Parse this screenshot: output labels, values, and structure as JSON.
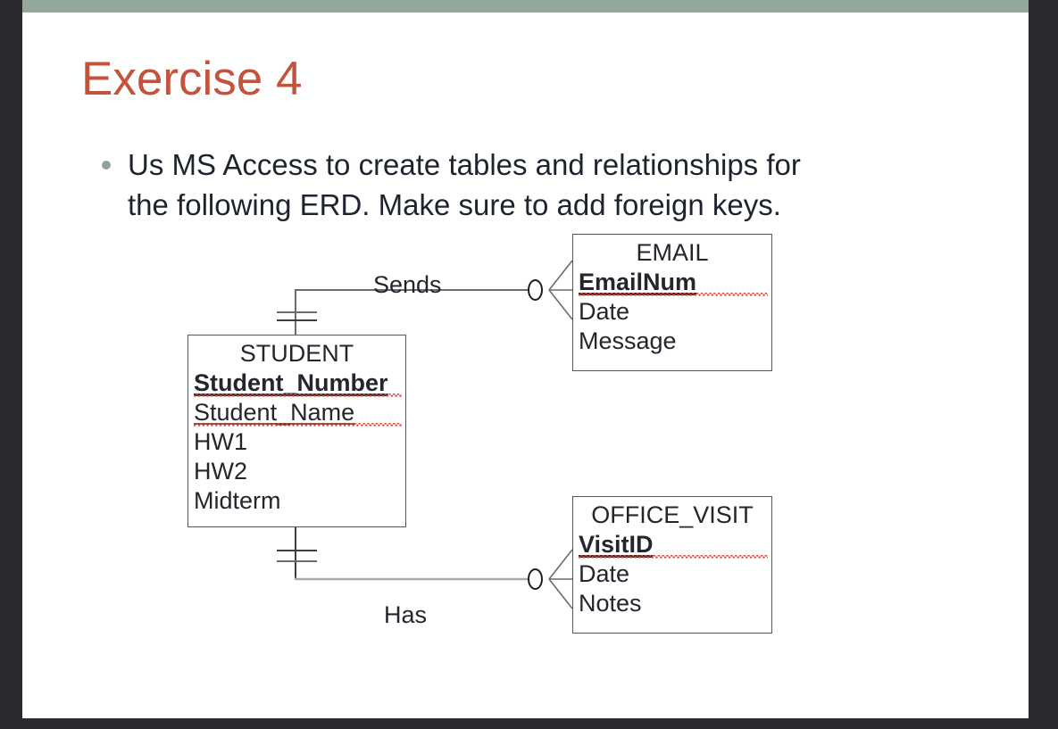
{
  "slide": {
    "title": "Exercise 4",
    "title_color": "#c4533d",
    "accent_bar_color": "#94a79d",
    "body_text_color": "#1d2430",
    "bullet_marker_color": "#8fa39b",
    "background_color": "#ffffff",
    "outer_frame_color": "#2a2a2e",
    "bullet": "Us MS Access to create tables and relationships for\nthe following ERD. Make sure to add foreign keys."
  },
  "erd": {
    "entities": [
      {
        "name": "STUDENT",
        "attributes": [
          {
            "label": "Student_Number",
            "primary_key": true,
            "spellcheck_error": true
          },
          {
            "label": "Student_Name",
            "primary_key": false,
            "spellcheck_error": true,
            "underlined": true
          },
          {
            "label": "HW1",
            "primary_key": false,
            "spellcheck_error": false
          },
          {
            "label": "HW2",
            "primary_key": false,
            "spellcheck_error": false
          },
          {
            "label": "Midterm",
            "primary_key": false,
            "spellcheck_error": false
          }
        ]
      },
      {
        "name": "EMAIL",
        "attributes": [
          {
            "label": "EmailNum",
            "primary_key": true,
            "spellcheck_error": true
          },
          {
            "label": "Date",
            "primary_key": false,
            "spellcheck_error": false
          },
          {
            "label": "Message",
            "primary_key": false,
            "spellcheck_error": false
          }
        ]
      },
      {
        "name": "OFFICE_VISIT",
        "attributes": [
          {
            "label": "VisitID",
            "primary_key": true,
            "spellcheck_error": true
          },
          {
            "label": "Date",
            "primary_key": false,
            "spellcheck_error": false
          },
          {
            "label": "Notes",
            "primary_key": false,
            "spellcheck_error": false
          }
        ]
      }
    ],
    "relationships": [
      {
        "label": "Sends",
        "from": "STUDENT",
        "to": "EMAIL",
        "from_cardinality": "one-and-only-one",
        "to_cardinality": "zero-or-many"
      },
      {
        "label": "Has",
        "from": "STUDENT",
        "to": "OFFICE_VISIT",
        "from_cardinality": "one-and-only-one",
        "to_cardinality": "zero-or-many"
      }
    ],
    "line_color": "#6b6b73",
    "box_border_color": "#55555c"
  }
}
